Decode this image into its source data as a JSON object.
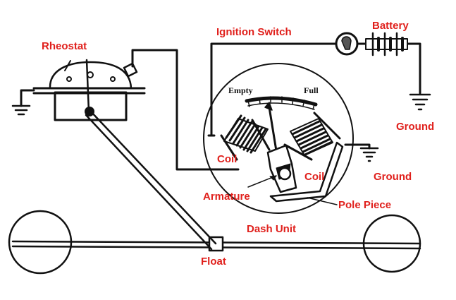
{
  "labels": {
    "rheostat": "Rheostat",
    "ignition_switch": "Ignition Switch",
    "battery": "Battery",
    "ground_top": "Ground",
    "ground_right": "Ground",
    "coil_left": "Coil",
    "coil_right": "Coil",
    "armature": "Armature",
    "pole_piece": "Pole Piece",
    "dash_unit": "Dash Unit",
    "float": "Float"
  },
  "gauge": {
    "empty": "Empty",
    "full": "Full"
  },
  "colors": {
    "label": "#e0201c",
    "ink": "#111111"
  }
}
